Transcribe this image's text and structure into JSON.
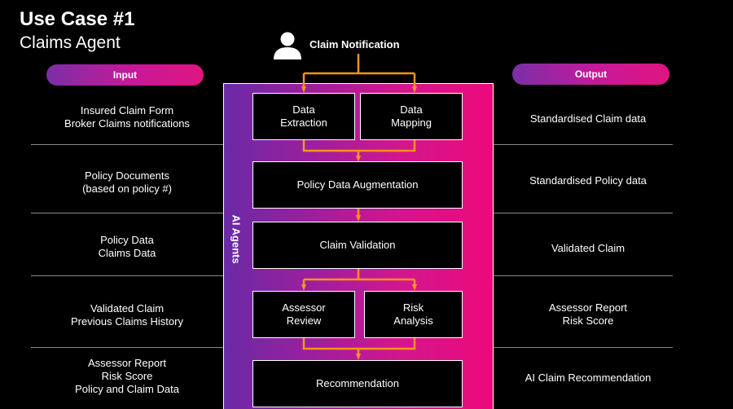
{
  "title": "Use Case #1",
  "subtitle": "Claims Agent",
  "input_label": "Input",
  "output_label": "Output",
  "notification": "Claim Notification",
  "agents_label": "AI Agents",
  "inputs": [
    [
      "Insured Claim Form",
      "Broker Claims notifications"
    ],
    [
      "Policy Documents",
      "(based on policy #)"
    ],
    [
      "Policy Data",
      "Claims Data"
    ],
    [
      "Validated Claim",
      "Previous Claims History"
    ],
    [
      "Assessor Report",
      "Risk Score",
      "Policy and Claim Data"
    ]
  ],
  "outputs": [
    [
      "Standardised Claim data"
    ],
    [
      "Standardised Policy data"
    ],
    [
      "Validated Claim"
    ],
    [
      "Assessor Report",
      "Risk Score"
    ],
    [
      "AI Claim Recommendation"
    ]
  ],
  "boxes": {
    "data_extraction": [
      "Data",
      "Extraction"
    ],
    "data_mapping": [
      "Data",
      "Mapping"
    ],
    "policy_augmentation": [
      "Policy Data Augmentation"
    ],
    "claim_validation": [
      "Claim Validation"
    ],
    "assessor_review": [
      "Assessor",
      "Review"
    ],
    "risk_analysis": [
      "Risk",
      "Analysis"
    ],
    "recommendation": [
      "Recommendation"
    ]
  },
  "colors": {
    "arrow": "#f7931e",
    "gradient_start": "#6a2aa6",
    "gradient_end": "#ec0a7c"
  },
  "icons": {
    "notifier": "person-icon"
  }
}
